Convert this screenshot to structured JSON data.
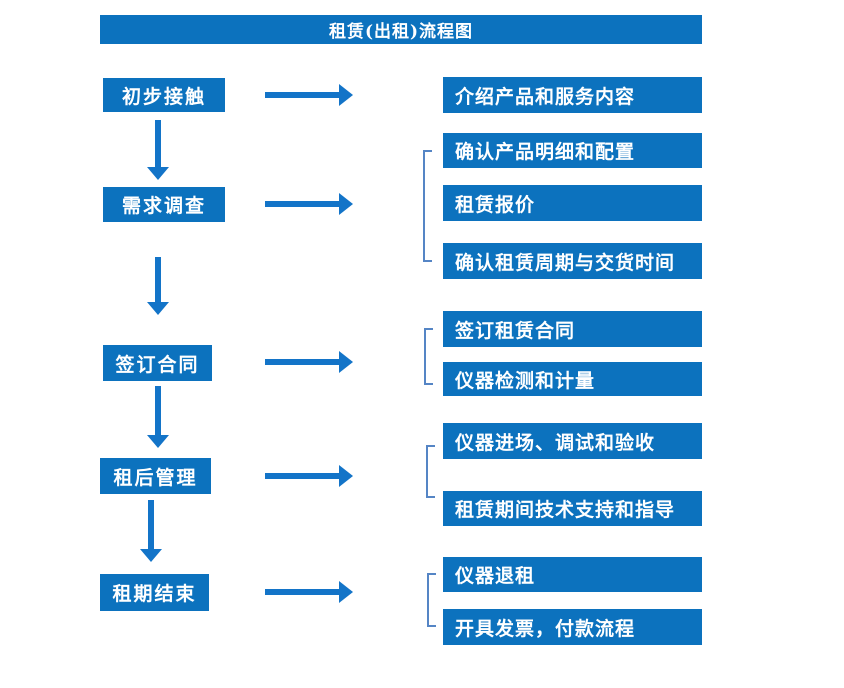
{
  "title": "租赁(出租)流程图",
  "colors": {
    "box_blue": "#0c72be",
    "arrow_blue": "#1374c8",
    "bracket_blue": "#5585c5"
  },
  "stages": [
    {
      "label": "初步接触",
      "outputs": [
        "介绍产品和服务内容"
      ]
    },
    {
      "label": "需求调查",
      "outputs": [
        "确认产品明细和配置",
        "租赁报价",
        "确认租赁周期与交货时间"
      ]
    },
    {
      "label": "签订合同",
      "outputs": [
        "签订租赁合同",
        "仪器检测和计量"
      ]
    },
    {
      "label": "租后管理",
      "outputs": [
        "仪器进场、调试和验收",
        "租赁期间技术支持和指导"
      ]
    },
    {
      "label": "租期结束",
      "outputs": [
        "仪器退租",
        "开具发票，付款流程"
      ]
    }
  ]
}
